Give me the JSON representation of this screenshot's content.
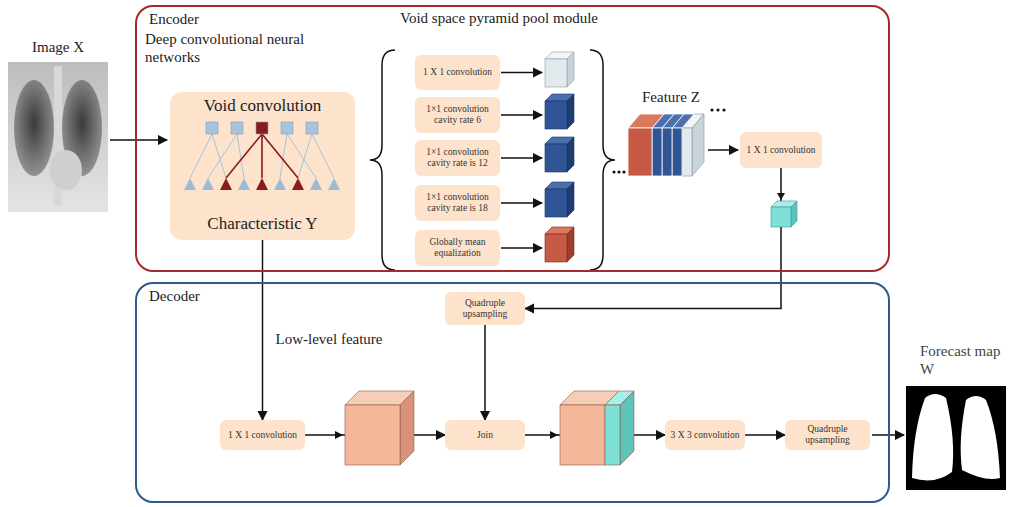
{
  "diagram": {
    "nodes": [
      {
        "text": [
          "Encoder"
        ]
      },
      {
        "text": [
          "Void convolution",
          "Characteristic Y"
        ],
        "in": 0
      },
      {
        "text": [
          "1 X 1 convolution"
        ],
        "in": 0
      },
      {
        "text": [
          "1×1 convolution cavity rate 6"
        ],
        "in": 0
      },
      {
        "text": [
          "1×1 convolution cavity rate is 12"
        ],
        "in": 0
      },
      {
        "text": [
          "1×1 convolution cavity rate is 18"
        ],
        "in": 0
      },
      {
        "text": [
          "Globally mean equalization"
        ],
        "in": 0
      },
      {
        "text": [
          "1 X 1 convolution"
        ],
        "in": 0
      },
      {
        "text": [
          "Decoder"
        ]
      },
      {
        "text": [
          "Quadruple upsampling"
        ],
        "in": 8
      },
      {
        "text": [
          "1 X 1 convolution"
        ],
        "in": 8
      },
      {
        "text": [
          "Join"
        ],
        "in": 8
      },
      {
        "text": [
          "3 X 3 convolution"
        ],
        "in": 8
      },
      {
        "text": [
          "Quadruple upsampling"
        ],
        "in": 8
      }
    ],
    "edges": [
      {
        "from": 1,
        "to": 10,
        "arrow": "to",
        "label": "Low-level feature"
      },
      {
        "from": 7,
        "to": 9,
        "arrow": "to"
      },
      {
        "from": 9,
        "to": 11,
        "arrow": "to"
      },
      {
        "from": 10,
        "to": 11,
        "arrow": "to"
      },
      {
        "from": 11,
        "to": 12,
        "arrow": "to"
      },
      {
        "from": 12,
        "to": 13,
        "arrow": "to"
      }
    ],
    "labels": [
      "Image X",
      "Deep convolutional neural networks",
      "Void space pyramid pool module",
      "Feature Z",
      "Forecast map W"
    ]
  }
}
